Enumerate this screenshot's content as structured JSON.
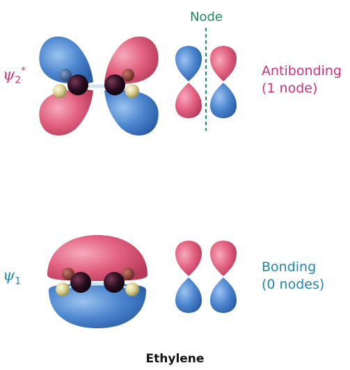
{
  "antibonding": {
    "psi_symbol": "ψ",
    "psi_subscript": "2",
    "psi_superscript": "*",
    "line1": "Antibonding",
    "line2": "(1 node)"
  },
  "bonding": {
    "psi_symbol": "ψ",
    "psi_subscript": "1",
    "line1": "Bonding",
    "line2": "(0 nodes)"
  },
  "node_label": "Node",
  "caption": "Ethylene",
  "colors": {
    "positive_lobe": "#e7607f",
    "negative_lobe": "#4f8ad2",
    "antibonding_text": "#d12f7f",
    "bonding_text": "#1f86b4",
    "node_line": "#1f8a5b"
  }
}
